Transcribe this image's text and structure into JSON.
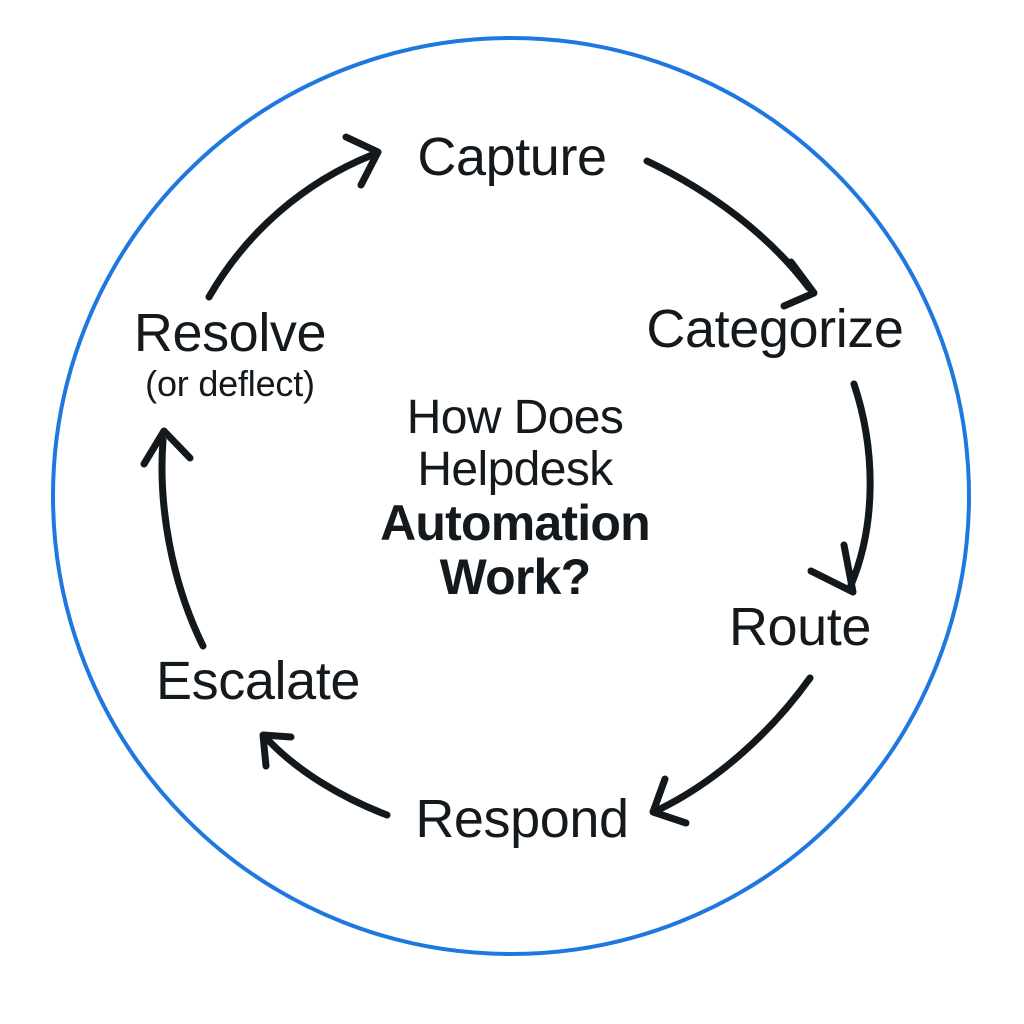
{
  "diagram": {
    "type": "cycle",
    "title_lines": [
      {
        "text": "How Does",
        "weight": "regular"
      },
      {
        "text": "Helpdesk",
        "weight": "regular"
      },
      {
        "text": "Automation",
        "weight": "bold"
      },
      {
        "text": "Work?",
        "weight": "bold"
      }
    ],
    "center_title_plain": "How Does Helpdesk Automation Work?",
    "ring_color": "#1f78e0",
    "text_color": "#13191c",
    "arrow_color": "#12181b",
    "background_color": "#ffffff",
    "steps": [
      {
        "id": "capture",
        "label": "Capture",
        "sublabel": "",
        "order": 1
      },
      {
        "id": "categorize",
        "label": "Categorize",
        "sublabel": "",
        "order": 2
      },
      {
        "id": "route",
        "label": "Route",
        "sublabel": "",
        "order": 3
      },
      {
        "id": "respond",
        "label": "Respond",
        "sublabel": "",
        "order": 4
      },
      {
        "id": "escalate",
        "label": "Escalate",
        "sublabel": "",
        "order": 5
      },
      {
        "id": "resolve",
        "label": "Resolve",
        "sublabel": "(or deflect)",
        "order": 6
      }
    ],
    "arrows": [
      {
        "from": "capture",
        "to": "categorize"
      },
      {
        "from": "categorize",
        "to": "route"
      },
      {
        "from": "route",
        "to": "respond"
      },
      {
        "from": "respond",
        "to": "escalate"
      },
      {
        "from": "escalate",
        "to": "resolve"
      },
      {
        "from": "resolve",
        "to": "capture"
      }
    ]
  }
}
